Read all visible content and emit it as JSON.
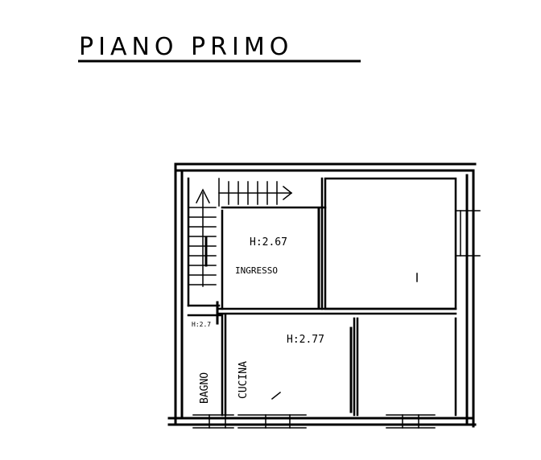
{
  "title": "PIANO PRIMO",
  "rooms": {
    "ingresso": {
      "name": "INGRESSO",
      "height": "H:2.67"
    },
    "cucina": {
      "name": "CUCINA",
      "height": "H:2.77"
    },
    "bagno": {
      "name": "BAGNO",
      "height": "H:2.7"
    }
  }
}
